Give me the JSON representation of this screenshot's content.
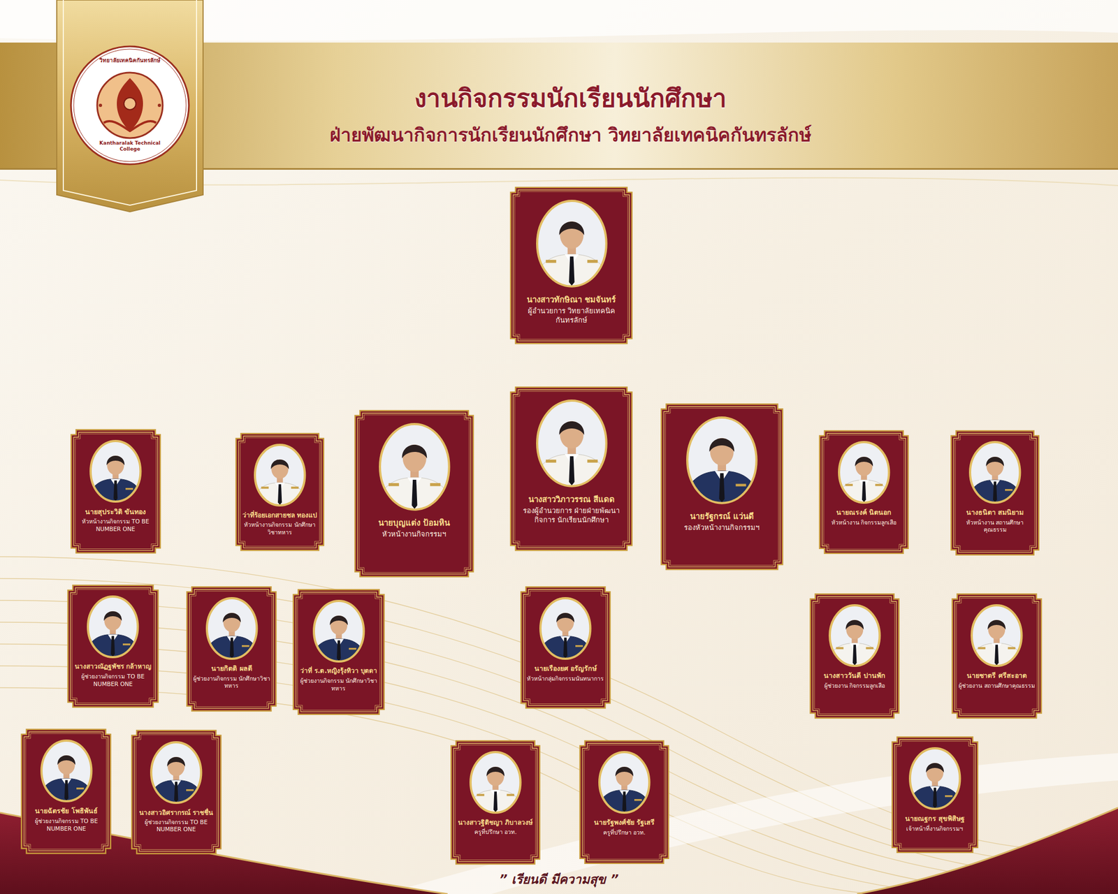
{
  "diagram": {
    "title": "งานกิจกรรมนักเรียนนักศึกษา",
    "caption": "” เรียนดี มีความสุข ”",
    "nodes": [
      {
        "text": [
          "นางสาวทักษิณา ชมจันทร์",
          "ผู้อำนวยการ วิทยาลัยเทคนิคกันทรลักษ์"
        ]
      },
      {
        "text": [
          "นายสุประวิติ ขันทอง",
          "หัวหน้างานกิจกรรม TO BE NUMBER ONE"
        ]
      },
      {
        "text": [
          "ว่าที่ร้อยเอกสายชล ทองแป",
          "หัวหน้างานกิจกรรม นักศึกษาวิชาทหาร"
        ]
      },
      {
        "text": [
          "นายบุญแต่ง ป้อมหิน",
          "หัวหน้างานกิจกรรมฯ"
        ]
      },
      {
        "text": [
          "นางสาววิภาวรรณ สีแดด",
          "รองผู้อำนวยการ ฝ่ายฝ่ายพัฒนากิจการ นักเรียนนักศึกษา"
        ]
      },
      {
        "text": [
          "นายรัฐกรณ์ แว่นดี",
          "รองหัวหน้างานกิจกรรมฯ"
        ]
      },
      {
        "text": [
          "นายณรงค์ นิตนอก",
          "หัวหน้างาน กิจกรรมลูกเสือ"
        ]
      },
      {
        "text": [
          "นางธนิตา สมนิยาม",
          "หัวหน้างาน สถานศึกษาคุณธรรม"
        ]
      },
      {
        "text": [
          "นางสาวณัฏฐพัชร กล้าหาญ",
          "ผู้ช่วยงานกิจกรรม TO BE NUMBER ONE"
        ]
      },
      {
        "text": [
          "นายกิตติ ผลดี",
          "ผู้ช่วยงานกิจกรรม นักศึกษาวิชาทหาร"
        ]
      },
      {
        "text": [
          "ว่าที่ ร.ต.หญิงรุ้งทิวา บุตดา",
          "ผู้ช่วยงานกิจกรรม นักศึกษาวิชาทหาร"
        ]
      },
      {
        "text": [
          "นายเรืองยศ อรัญรักษ์",
          "หัวหน้ากลุ่มกิจกรรมนันทนาการ"
        ]
      },
      {
        "text": [
          "นางสาววันดี ปานพัก",
          "ผู้ช่วยงาน กิจกรรมลูกเสือ"
        ]
      },
      {
        "text": [
          "นายชาตรี ศรีสะอาด",
          "ผู้ช่วยงาน สถานศึกษาคุณธรรม"
        ]
      },
      {
        "text": [
          "นายฉัตรชัย โพธิพันธ์",
          "ผู้ช่วยงานกิจกรรม TO BE NUMBER ONE"
        ]
      },
      {
        "text": [
          "นางสาวอิศรากรณ์ ราชชื่น",
          "ผู้ช่วยงานกิจกรรม TO BE NUMBER ONE"
        ]
      },
      {
        "text": [
          "นางสาวฐิติชญา ภิบาลวงษ์",
          "ครูที่ปรึกษา อวท."
        ]
      },
      {
        "text": [
          "นายรัฐพงศ์ชัย รัฐเสรี",
          "ครูที่ปรึกษา อวท."
        ]
      },
      {
        "text": [
          "นายณฐกร สุขพิสิษฐ",
          "เจ้าหน้าที่งานกิจกรรมฯ"
        ]
      }
    ],
    "labels": [
      "ฝ่ายพัฒนากิจการนักเรียนนักศึกษา วิทยาลัยเทคนิคกันทรลักษ์",
      "วิทยาลัยเทคนิคกันทรลักษ์",
      "Kantharalak Technical College"
    ]
  }
}
